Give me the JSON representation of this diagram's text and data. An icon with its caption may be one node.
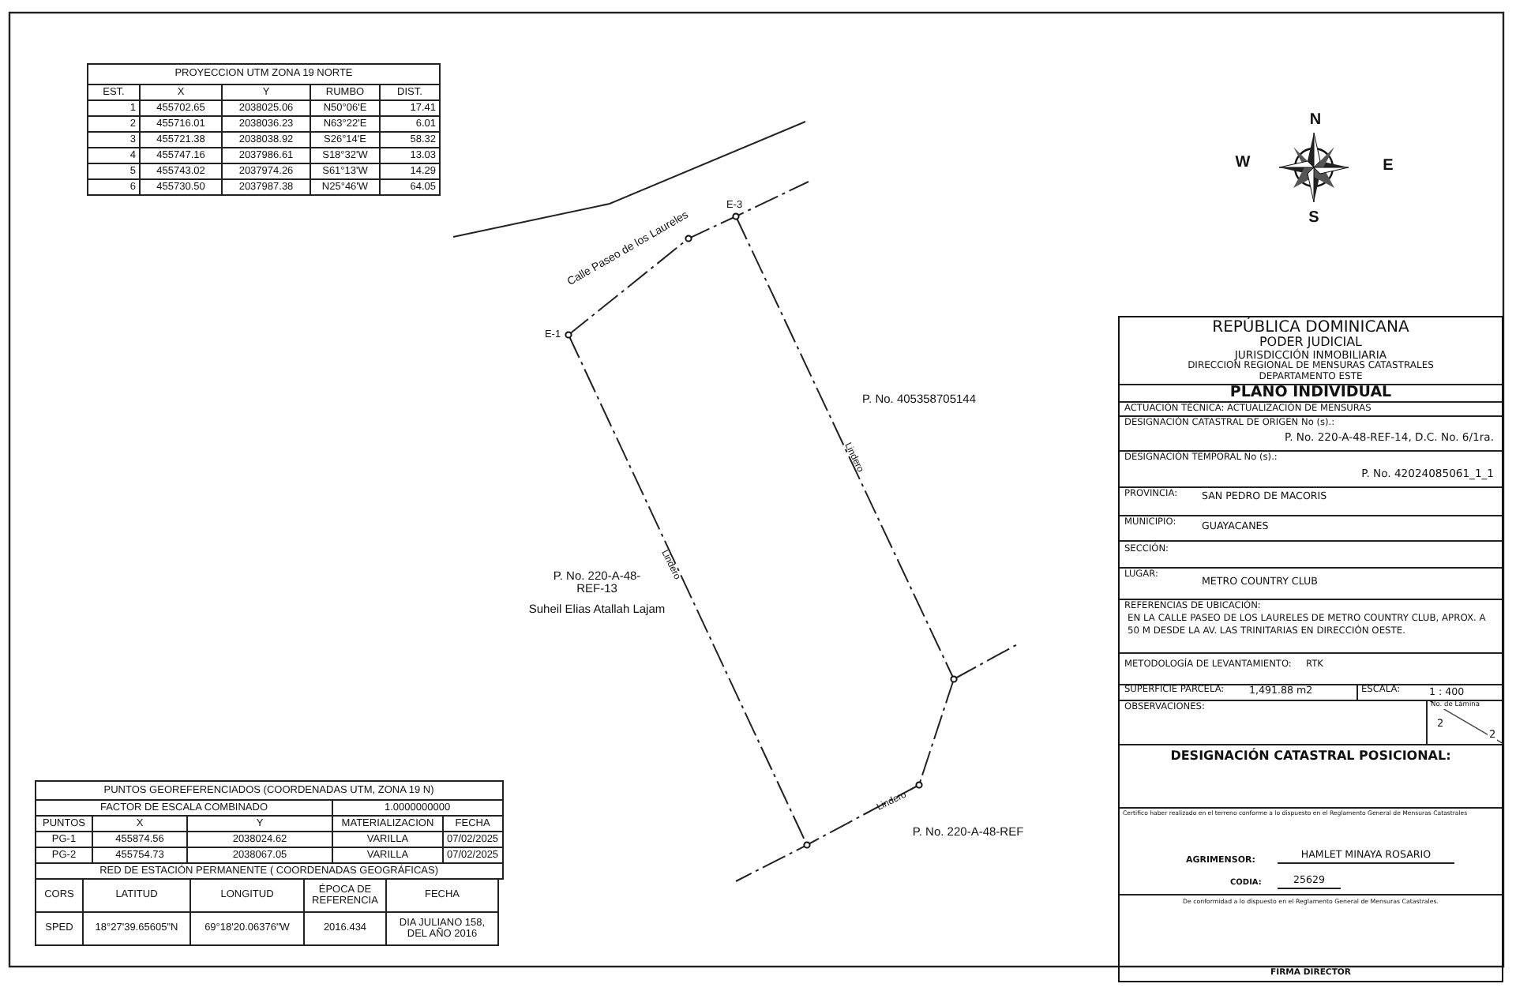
{
  "diagram": {
    "labels": [
      "PROYECCION UTM ZONA 19 NORTE",
      "EST.",
      "X",
      "Y",
      "RUMBO",
      "DIST.",
      "1",
      "455702.65",
      "2038025.06",
      "N50°06'E",
      "17.41",
      "2",
      "455716.01",
      "2038036.23",
      "N63°22'E",
      "6.01",
      "3",
      "455721.38",
      "2038038.92",
      "S26°14'E",
      "58.32",
      "4",
      "455747.16",
      "2037986.61",
      "S18°32'W",
      "13.03",
      "5",
      "455743.02",
      "2037974.26",
      "S61°13'W",
      "14.29",
      "6",
      "455730.50",
      "2037987.38",
      "N25°46'W",
      "64.05",
      "N",
      "W",
      "E",
      "S",
      "Calle Paseo de los Laureles",
      "E-3",
      "E-1",
      "P. No. 405358705144",
      "Lindero",
      "Lindero",
      "P. No. 220-A-48-REF-13",
      "Suheil Elias Atallah Lajam",
      "Lindero",
      "P. No. 220-A-48-REF",
      "REPÚBLICA DOMINICANA",
      "PODER JUDICIAL",
      "JURISDICCIÓN INMOBILIARIA",
      "DIRECCION REGIONAL DE MENSURAS CATASTRALES",
      "DEPARTAMENTO ESTE",
      "PLANO INDIVIDUAL",
      "ACTUACIÓN TÉCNICA: ACTUALIZACIÓN DE MENSURAS",
      "DESIGNACIÓN CATASTRAL DE ORIGEN No (s).:",
      "P. No. 220-A-48-REF-14, D.C. No. 6/1ra.",
      "DESIGNACIÓN TEMPORAL No (s).:",
      "P. No. 42024085061_1_1",
      "PROVINCIA:",
      "SAN PEDRO DE MACORIS",
      "MUNICIPIO:",
      "GUAYACANES",
      "SECCIÓN:",
      "LUGAR:",
      "METRO COUNTRY CLUB",
      "REFERENCIAS DE UBICACIÓN:",
      "EN LA CALLE PASEO DE LOS LAURELES DE METRO COUNTRY CLUB, APROX. A 50 M DESDE LA AV. LAS TRINITARIAS EN DIRECCIÓN OESTE.",
      "METODOLOGÍA DE LEVANTAMIENTO:",
      "RTK",
      "SUPERFICIE PARCELA:",
      "1,491.88 m2",
      "ESCALA:",
      "1 : 400",
      "OBSERVACIONES:",
      "No. de Lámina",
      "2",
      "2",
      "DESIGNACIÓN CATASTRAL POSICIONAL:",
      "Certifico haber realizado en el terreno conforme a lo dispuesto en el Reglamento General de Mensuras Catastrales",
      "AGRIMENSOR:",
      "HAMLET MINAYA ROSARIO",
      "CODIA:",
      "25629",
      "De conformidad a lo dispuesto en el Reglamento General de Mensuras Catastrales.",
      "FIRMA DIRECTOR",
      "PUNTOS GEOREFERENCIADOS (COORDENADAS UTM, ZONA 19 N)",
      "FACTOR DE ESCALA COMBINADO",
      "1.0000000000",
      "PUNTOS",
      "X",
      "Y",
      "MATERIALIZACION",
      "FECHA",
      "PG-1",
      "455874.56",
      "2038024.62",
      "VARILLA",
      "07/02/2025",
      "PG-2",
      "455754.73",
      "2038067.05",
      "VARILLA",
      "07/02/2025",
      "RED DE ESTACIÓN PERMANENTE ( COORDENADAS GEOGRÁFICAS)",
      "CORS",
      "LATITUD",
      "LONGITUD",
      "ÉPOCA DE REFERENCIA",
      "FECHA",
      "SPED",
      "18°27'39.65605\"N",
      "69°18'20.06376\"W",
      "2016.434",
      "DIA JULIANO 158, DEL AÑO 2016"
    ]
  }
}
